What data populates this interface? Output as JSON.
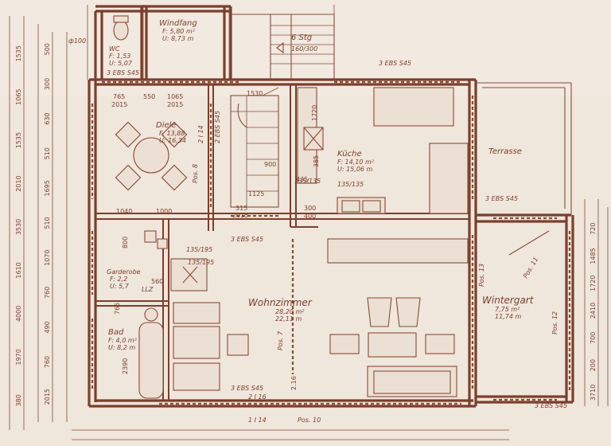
{
  "rooms": {
    "windfang": {
      "name": "Windfang",
      "area": "F: 5,80 m²",
      "perimeter": "U: 8,73 m"
    },
    "wc": {
      "name": "WC",
      "area": "F: 1,53",
      "perimeter": "U: 5,07"
    },
    "diele": {
      "name": "Diele",
      "area": "F: 13,88",
      "perimeter": "U: 16,34"
    },
    "kueche": {
      "name": "Küche",
      "area": "F: 14,10 m²",
      "perimeter": "U: 15,06 m"
    },
    "terrasse": {
      "name": "Terrasse"
    },
    "garderobe": {
      "name": "Garderobe",
      "area": "F: 2,2",
      "perimeter": "U: 5,7"
    },
    "bad": {
      "name": "Bad",
      "area": "F: 4,0 m²",
      "perimeter": "U: 8,2 m"
    },
    "wohnzimmer": {
      "name": "Wohnzimmer",
      "area": "28,20 m²",
      "perimeter": "22,11 m"
    },
    "wintergarten": {
      "name": "Wintergart",
      "area": "7,75 m²",
      "perimeter": "11,74 m"
    }
  },
  "stair": {
    "label": "6 Stg",
    "dim": "160/300"
  },
  "notes": {
    "ebs_top_right": "3 EBS S45",
    "ebs_top_left": "3 EBS S45",
    "ebs_mid": "3 EBS S45",
    "ebs_right": "3 EBS S45",
    "ebs_bottom_right": "3 EBS S45",
    "ebs_bottom": "3 EBS S45",
    "pos8": "Pos. 8",
    "pos7": "Pos. 7",
    "pos10": "Pos. 10",
    "pos11": "Pos. 11",
    "pos12": "Pos. 12",
    "pos13": "Pos. 13",
    "beam_top": "2 I 16",
    "beam_bottom": "1 I 14",
    "lintel_diele": "2 I 14",
    "lintel_kueche": "2 EBS S45",
    "phi100": "ф100",
    "llz": "LLZ",
    "opening1": "135/195",
    "opening2": "135/195",
    "opening3": "135/135",
    "opening4": "135/135"
  },
  "dims": {
    "d1530": "1530",
    "d1720": "1720",
    "d900": "900",
    "d765a": "765",
    "d550": "550",
    "d1065": "1065",
    "d2015a": "2015",
    "d2015b": "2015",
    "d2015c": "2015",
    "d1040": "1040",
    "d1000": "1000",
    "d800": "800",
    "d560": "560",
    "d315": "315",
    "d300": "300",
    "d400": "400",
    "d435": "435",
    "d385": "385",
    "d1125": "1125",
    "d2390": "2390",
    "d2116": "2.16",
    "d765b": "765",
    "left_col1": [
      "1535",
      "1065",
      "1535",
      "2010",
      "3530",
      "1610",
      "4000",
      "1970",
      "380"
    ],
    "left_col2": [
      "500",
      "300",
      "630",
      "510",
      "1695",
      "510",
      "1070",
      "760",
      "490",
      "760",
      "2015"
    ],
    "right_col": [
      "720",
      "1485",
      "1720",
      "2410",
      "700",
      "200",
      "3710"
    ]
  }
}
